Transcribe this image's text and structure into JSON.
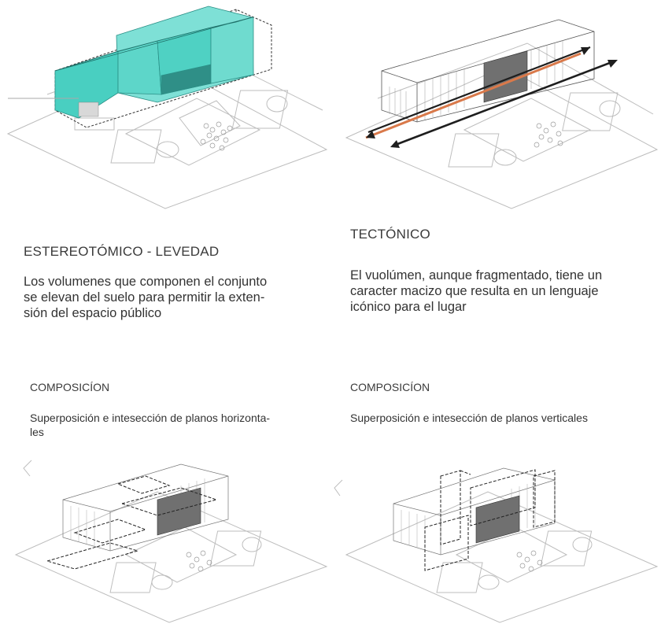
{
  "stereotomic": {
    "title": "ESTEREOTÓMICO - LEVEDAD",
    "body_line1": "Los volumenes que componen el conjunto",
    "body_line2": "se elevan del suelo para permitir la exten-",
    "body_line3": "sión del espacio público"
  },
  "tectonic": {
    "title": "TECTÓNICO",
    "body_line1": "El vuolúmen, aunque fragmentado, tiene un",
    "body_line2": "caracter macizo que resulta en un lenguaje",
    "body_line3": "icónico para el lugar"
  },
  "composition_horizontal": {
    "title": "COMPOSICÍON",
    "body_line1": "Superposición e intesección de planos horizonta-",
    "body_line2": "les"
  },
  "composition_vertical": {
    "title": "COMPOSICÍON",
    "body_line1": "Superposición e intesección de planos verticales"
  },
  "colors": {
    "teal": "#4fd1c3",
    "dark_fill": "#707070",
    "arrow_dark": "#1e1e1e",
    "arrow_orange": "#d9794a"
  }
}
